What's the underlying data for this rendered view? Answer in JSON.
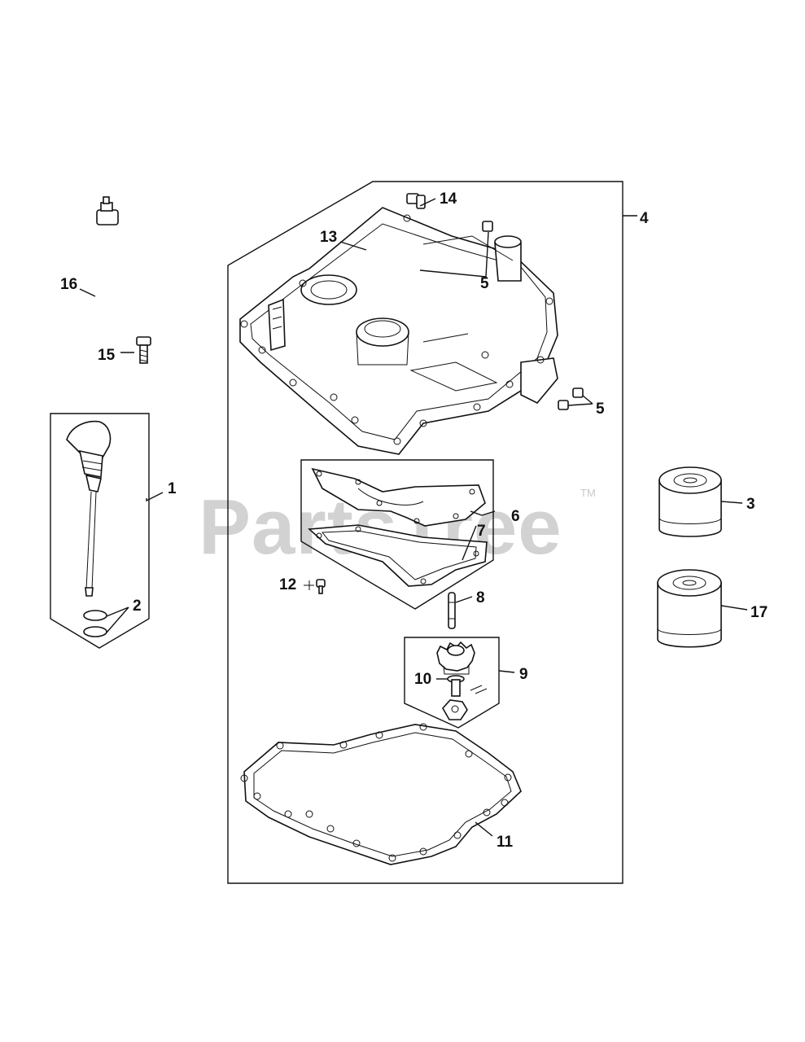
{
  "watermark": {
    "text": "PartsTree",
    "trademark": "TM"
  },
  "callouts": {
    "c1": "1",
    "c2": "2",
    "c3": "3",
    "c4": "4",
    "c5a": "5",
    "c5b": "5",
    "c6": "6",
    "c7": "7",
    "c8": "8",
    "c9": "9",
    "c10": "10",
    "c11": "11",
    "c12": "12",
    "c13": "13",
    "c14": "14",
    "c15": "15",
    "c16": "16",
    "c17": "17"
  }
}
